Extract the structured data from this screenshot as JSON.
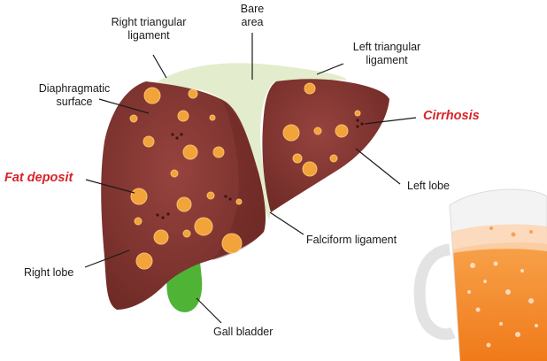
{
  "labels": {
    "right_triangular_ligament": [
      "Right triangular",
      "ligament"
    ],
    "bare_area": [
      "Bare",
      "area"
    ],
    "left_triangular_ligament": [
      "Left triangular",
      "ligament"
    ],
    "diaphragmatic_surface": [
      "Diaphragmatic",
      "surface"
    ],
    "cirrhosis": "Cirrhosis",
    "fat_deposit": "Fat deposit",
    "left_lobe": "Left lobe",
    "falciform_ligament": "Falciform ligament",
    "right_lobe": "Right lobe",
    "gall_bladder": "Gall bladder"
  },
  "colors": {
    "liver": "#8b3a36",
    "liver_shadow": "#6e2824",
    "ligament": "#e6efd2",
    "fat": "#f2a33a",
    "gall_bladder": "#4fb336",
    "beer": "#f58a2a",
    "highlight_label": "#d8232a"
  },
  "icons": {
    "beer_mug": "beer-mug-icon"
  }
}
